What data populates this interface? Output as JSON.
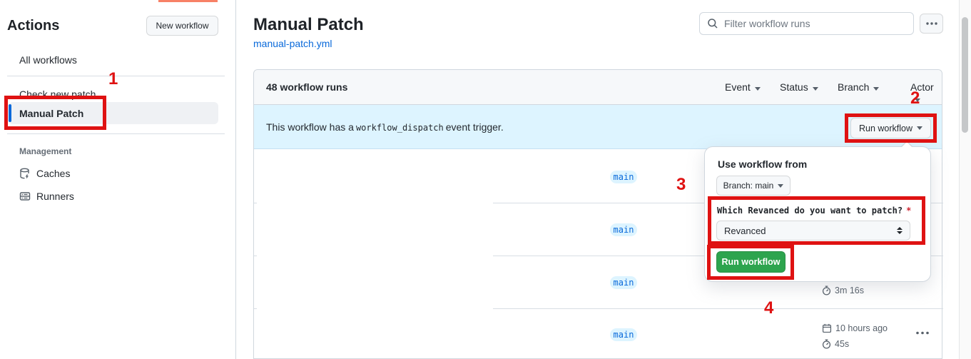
{
  "sidebar": {
    "title": "Actions",
    "new_workflow_label": "New workflow",
    "all_workflows_label": "All workflows",
    "check_new_patch_label": "Check new patch",
    "manual_patch_label": "Manual Patch",
    "management_label": "Management",
    "caches_label": "Caches",
    "runners_label": "Runners"
  },
  "header": {
    "title": "Manual Patch",
    "file_link": "manual-patch.yml",
    "filter_placeholder": "Filter workflow runs"
  },
  "table": {
    "runs_count_label": "48 workflow runs",
    "filters": [
      "Event",
      "Status",
      "Branch",
      "Actor"
    ],
    "banner_prefix": "This workflow has a",
    "banner_code": "workflow_dispatch",
    "banner_suffix": "event trigger.",
    "run_workflow_label": "Run workflow",
    "rows": [
      {
        "branch": "main"
      },
      {
        "branch": "main"
      },
      {
        "branch": "main",
        "duration": "3m 16s"
      },
      {
        "branch": "main",
        "time": "10 hours ago",
        "duration": "45s"
      }
    ]
  },
  "dropdown": {
    "use_workflow_from_label": "Use workflow from",
    "branch_selector_label": "Branch: main",
    "input_label": "Which Revanced do you want to patch?",
    "required_marker": "*",
    "input_value": "Revanced",
    "run_button_label": "Run workflow"
  },
  "annotations": {
    "one": "1",
    "two": "2",
    "three": "3",
    "four": "4"
  },
  "colors": {
    "annotation_red": "#df1212",
    "accent_blue": "#0969da",
    "banner_bg": "#ddf4ff",
    "button_green": "#2da44e",
    "tab_underline_orange": "#f78166"
  }
}
